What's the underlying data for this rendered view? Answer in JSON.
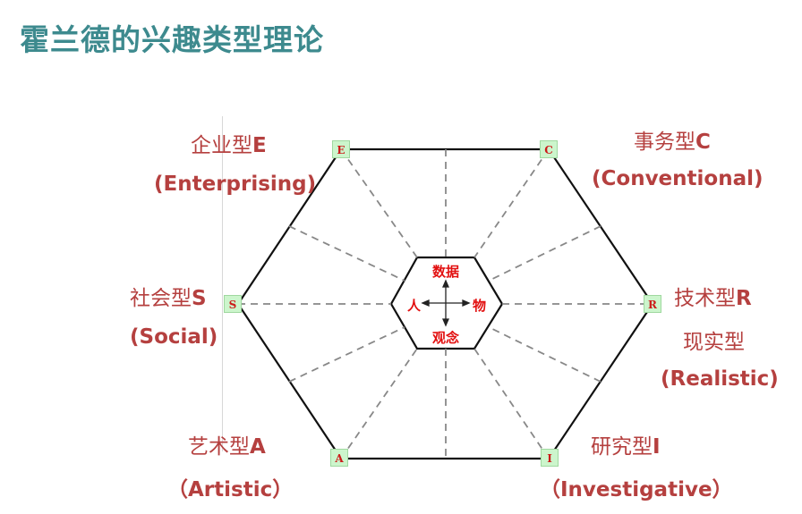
{
  "title": "霍兰德的兴趣类型理论",
  "corners": {
    "E": "E",
    "C": "C",
    "S": "S",
    "R": "R",
    "A": "A",
    "I": "I"
  },
  "types": {
    "enterprising": {
      "zh": "企业型",
      "code": "E",
      "en": "(Enterprising)"
    },
    "conventional": {
      "zh": "事务型",
      "code": "C",
      "en": "(Conventional)"
    },
    "social": {
      "zh": "社会型",
      "code": "S",
      "en": "(Social)"
    },
    "realistic": {
      "zh": "技术型",
      "code": "R",
      "zh2": "现实型",
      "en": "(Realistic)"
    },
    "artistic": {
      "zh": "艺术型",
      "code": "A",
      "en": "（Artistic）"
    },
    "investigative": {
      "zh": "研究型",
      "code": "I",
      "en": "（Investigative）"
    }
  },
  "center": {
    "top": "数据",
    "bottom": "观念",
    "left": "人",
    "right": "物"
  },
  "colors": {
    "title": "#3d8a8e",
    "label": "#b5403f",
    "center_text": "#e21010",
    "corner_bg": "#ccf5cc"
  }
}
